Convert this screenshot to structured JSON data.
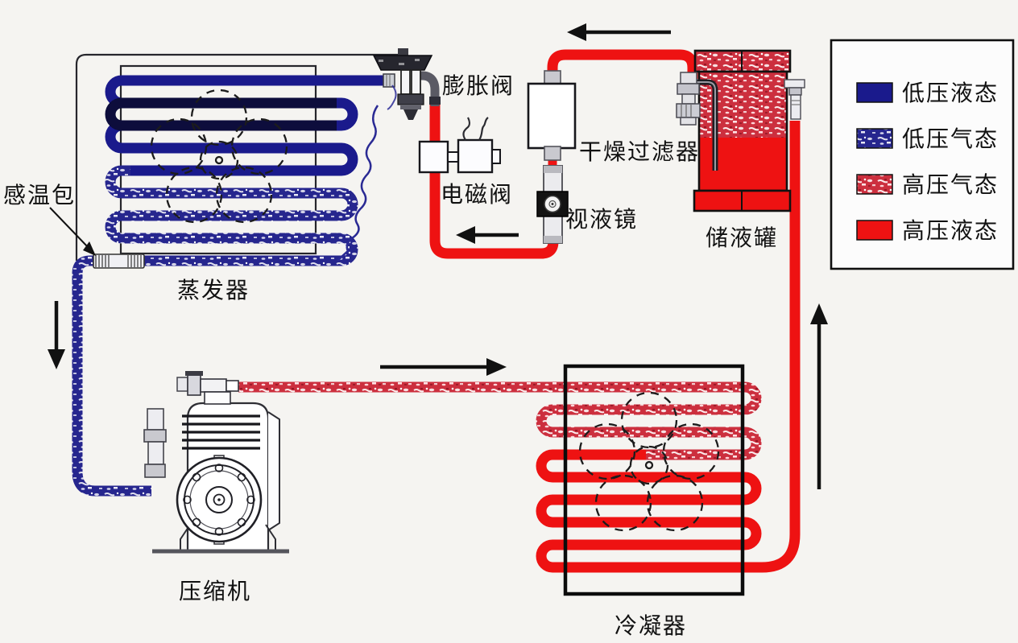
{
  "diagram": {
    "title": "refrigeration-cycle-diagram",
    "components": {
      "sensing_bulb": "感温包",
      "evaporator": "蒸发器",
      "expansion_valve": "膨胀阀",
      "solenoid_valve": "电磁阀",
      "filter_drier": "干燥过滤器",
      "sight_glass": "视液镜",
      "receiver": "储液罐",
      "compressor": "压缩机",
      "condenser": "冷凝器"
    }
  },
  "legend": {
    "items": [
      {
        "label": "低压液态",
        "style": "solid",
        "color": "#1a1a8c"
      },
      {
        "label": "低压气态",
        "style": "speckled",
        "color": "#26268e"
      },
      {
        "label": "高压气态",
        "style": "speckled",
        "color": "#cc2f3e"
      },
      {
        "label": "高压液态",
        "style": "solid",
        "color": "#ee1212"
      }
    ]
  },
  "colors": {
    "background": "#f5f4f1",
    "outline": "#111111",
    "lp_liquid": "#1a1a8c",
    "hp_liquid": "#ee1212"
  }
}
